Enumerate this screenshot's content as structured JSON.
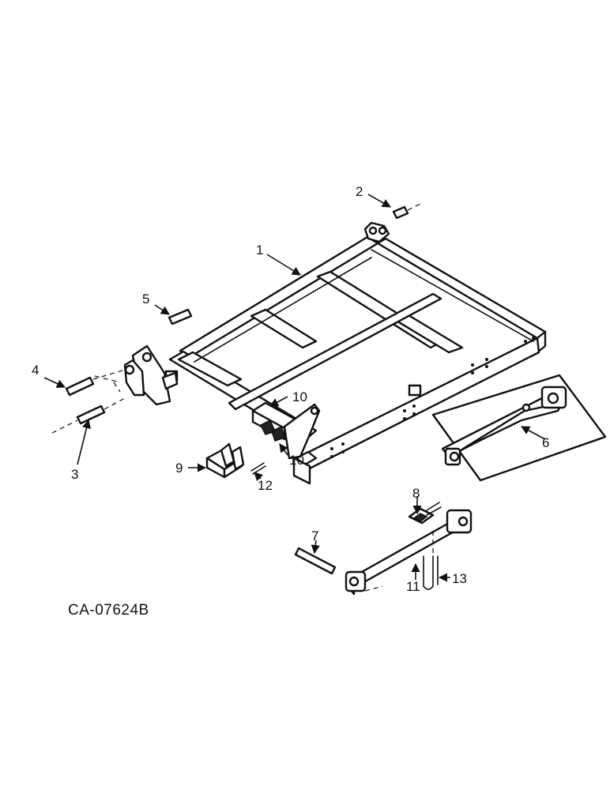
{
  "diagram": {
    "drawing_code": "CA-07624B",
    "callouts": [
      "1",
      "2",
      "3",
      "4",
      "5",
      "6",
      "7",
      "8",
      "9",
      "10",
      "10",
      "11",
      "12",
      "13"
    ]
  }
}
